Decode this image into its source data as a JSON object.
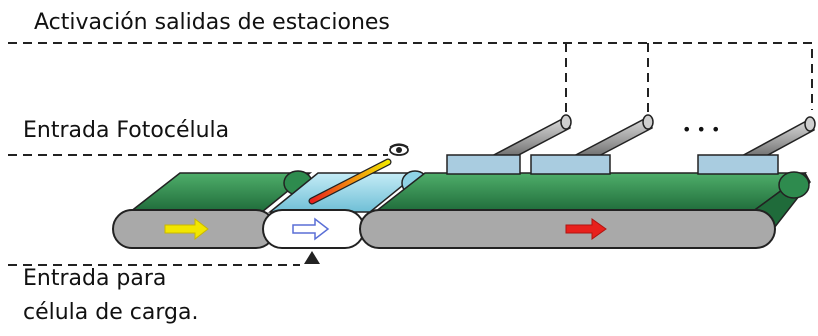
{
  "labels": {
    "activation": "Activación salidas de estaciones",
    "photocell": "Entrada Fotocélula",
    "load_cell_line1": "Entrada para",
    "load_cell_line2": "célula de carga.",
    "ellipsis": "• • •"
  },
  "colors": {
    "belt_green": "#2e8b4e",
    "belt_green_dark": "#1f6b3a",
    "roller_gray": "#a9a9a9",
    "roller_white": "#ffffff",
    "weigh_belt_blue": "#8fd3e6",
    "station_block": "#a9cce0",
    "arrow_yellow": "#f2e600",
    "arrow_red": "#e8201c",
    "arrow_outline_blue": "#5a6fd6",
    "sensor_dark": "#3a3a3a"
  },
  "icons": {
    "eye": "eye-icon",
    "sensor_triangle": "triangle-up-icon"
  }
}
